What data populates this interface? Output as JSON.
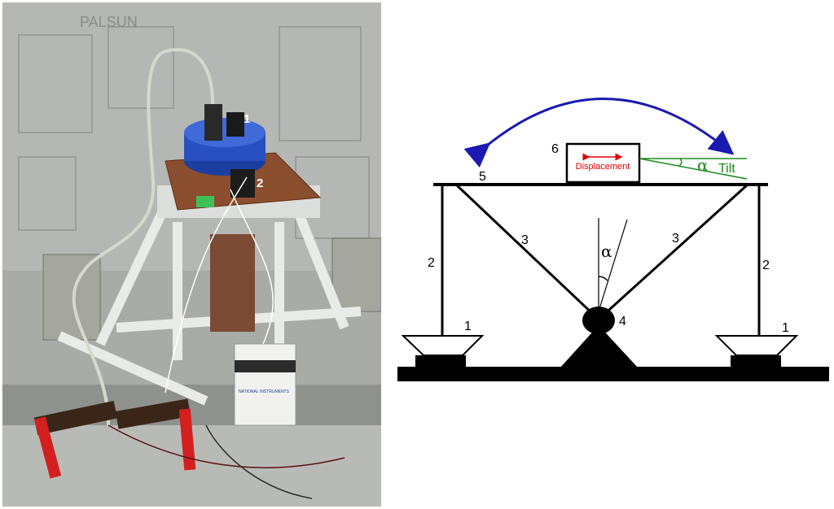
{
  "photo": {
    "callouts": [
      "1",
      "2"
    ],
    "logo_text": "PALSUN",
    "device_text": "NATIONAL INSTRUMENTS"
  },
  "diagram": {
    "labels": {
      "sensor_box": "6",
      "platform": "5",
      "leg_left": "2",
      "leg_right": "2",
      "strut_left": "3",
      "strut_right": "3",
      "pivot": "4",
      "support_left": "1",
      "support_right": "1"
    },
    "displacement_label": "Displacement",
    "tilt_label": "Tilt",
    "tilt_symbol": "α",
    "alpha_symbol": "α",
    "colors": {
      "arc": "#1a1ab0",
      "displacement": "#e00000",
      "tilt": "#1a8a1a",
      "structure": "#000000"
    }
  }
}
